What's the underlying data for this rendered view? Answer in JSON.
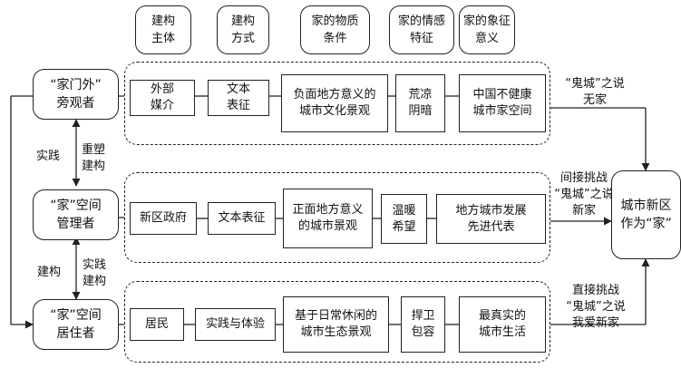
{
  "headers": [
    "建构\n主体",
    "建构\n方式",
    "家的物质\n条件",
    "家的情感\n特征",
    "家的象征\n意义"
  ],
  "actors": [
    "“家门外”\n旁观者",
    "“家”空间\n管理者",
    "“家”空间\n居住者"
  ],
  "rows": [
    [
      "外部\n媒介",
      "文本\n表征",
      "负面地方意义的\n城市文化景观",
      "荒凉\n阴暗",
      "中国不健康\n城市家空间"
    ],
    [
      "新区政府",
      "文本表征",
      "正面地方意义\n的城市景观",
      "温暖\n希望",
      "地方城市发展\n先进代表"
    ],
    [
      "居民",
      "实践与体验",
      "基于日常休闲的\n城市生态景观",
      "捍卫\n包容",
      "最真实的\n城市生活"
    ]
  ],
  "right_labels": [
    "“鬼城”之说\n无家",
    "间接挑战\n“鬼城”之说\n新家",
    "直接挑战\n“鬼城”之说\n我爱新家"
  ],
  "target": "城市新区\n作为“家”",
  "side_labels": {
    "practice_top": "实践",
    "reshape": "重塑\n建构",
    "construct": "建构",
    "practice_bottom": "实践\n建构"
  }
}
